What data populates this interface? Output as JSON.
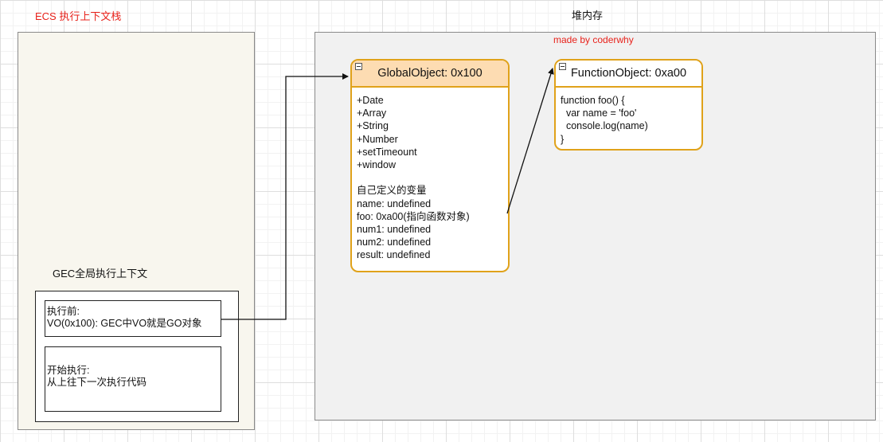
{
  "ecs": {
    "title": "ECS 执行上下文栈",
    "gec_label": "GEC全局执行上下文",
    "before": {
      "line1": "执行前:",
      "line2": "VO(0x100): GEC中VO就是GO对象"
    },
    "start": {
      "line1": "开始执行:",
      "line2": "从上往下一次执行代码"
    }
  },
  "heap": {
    "title": "堆内存",
    "credit": "made by coderwhy"
  },
  "global_object": {
    "title": "GlobalObject: 0x100",
    "lines": [
      "+Date",
      "+Array",
      "+String",
      "+Number",
      "+setTimeount",
      "+window",
      "",
      "自己定义的变量",
      "name: undefined",
      "foo: 0xa00(指向函数对象)",
      "num1: undefined",
      "num2: undefined",
      "result: undefined"
    ]
  },
  "function_object": {
    "title": "FunctionObject: 0xa00",
    "lines": [
      "function foo() {",
      "  var name = 'foo'",
      "  console.log(name)",
      "}"
    ]
  },
  "colors": {
    "accent_red": "#e8221b",
    "object_border": "#e0a21a",
    "object_header": "#fddcb2"
  }
}
